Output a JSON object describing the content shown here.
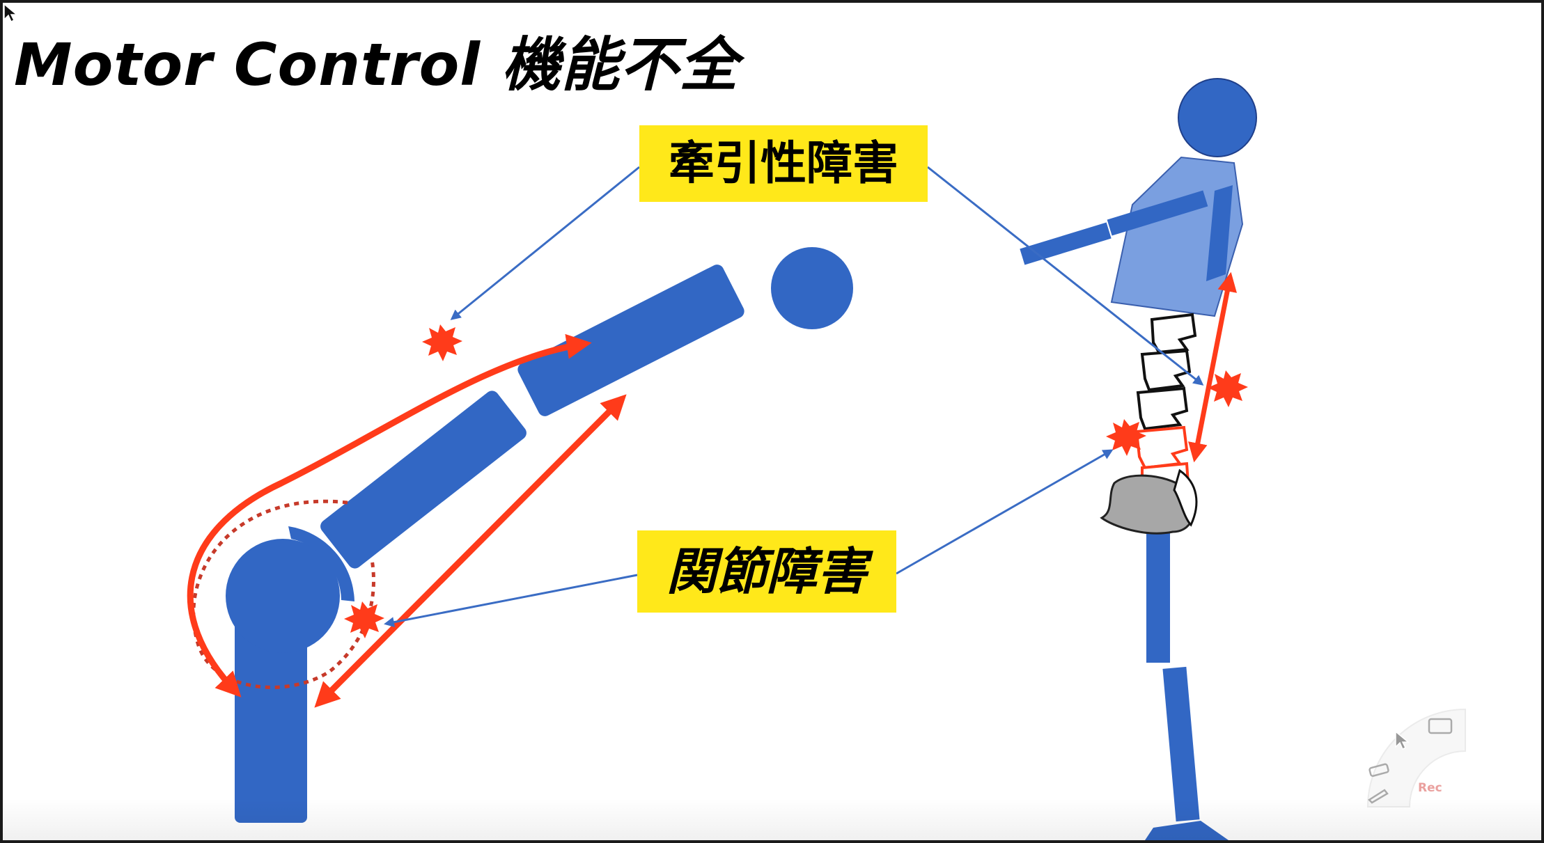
{
  "title": "Motor Control 機能不全",
  "labels": {
    "traction": "牽引性障害",
    "joint": "関節障害"
  },
  "rec_widget": {
    "label": "Rec"
  },
  "colors": {
    "body_blue": "#3267c4",
    "torso_light_blue": "#7a9fe0",
    "arrow_red": "#ff3b1a",
    "label_yellow": "#ffe81a",
    "connector_blue": "#3a6cc4",
    "pelvis_gray": "#a7a7a7"
  },
  "icons": [
    "cursor-icon",
    "rec-pointer-icon",
    "rec-eraser-icon",
    "rec-pen-icon",
    "rec-monitor-icon"
  ]
}
